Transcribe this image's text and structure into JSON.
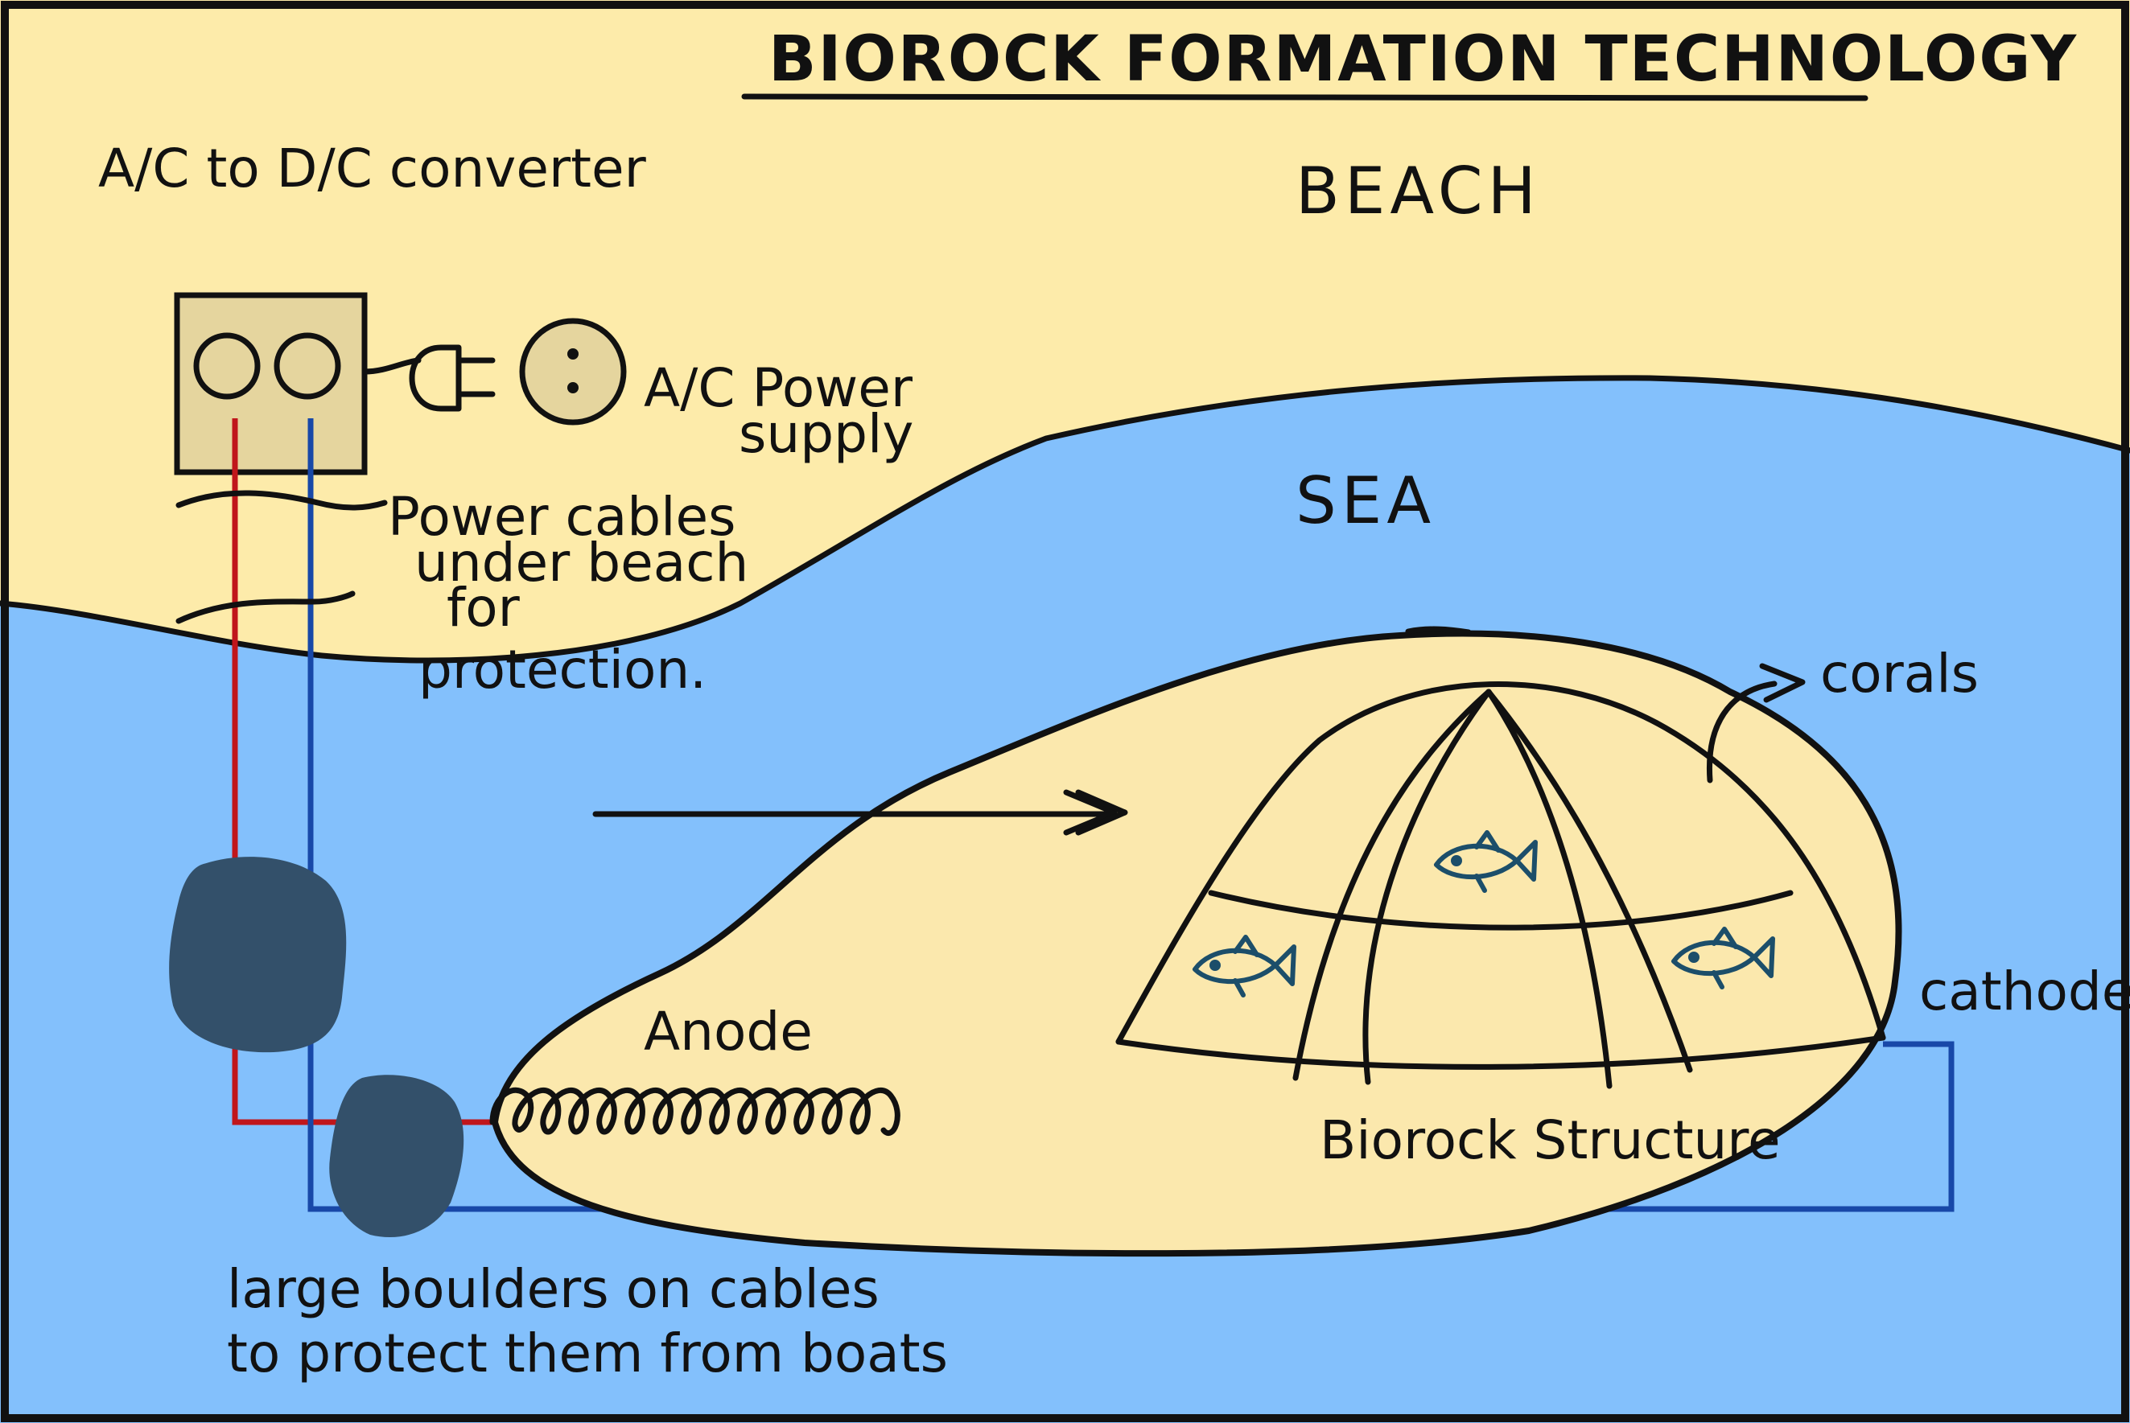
{
  "title": "BIOROCK FORMATION TECHNOLOGY",
  "zones": {
    "beach": "BEACH",
    "sea": "SEA"
  },
  "labels": {
    "converter": "A/C to D/C converter",
    "power_supply_line1": "A/C Power",
    "power_supply_line2": "supply",
    "cables_line1": "Power cables",
    "cables_line2": "under beach",
    "cables_line3": "for",
    "cables_line4": "protection.",
    "corals": "corals",
    "cathode": "cathode",
    "anode": "Anode",
    "structure": "Biorock Structure",
    "boulders_line1": "large boulders on cables",
    "boulders_line2": "to protect them from boats"
  },
  "colors": {
    "beach": "#FDEBAA",
    "sea": "#83C0FC",
    "structure": "#FBE8AD",
    "converter_box": "#E5D59E",
    "positive_cable": "#C0161B",
    "negative_cable": "#1848A8",
    "boulder": "#33506A",
    "fish": "#1C4E6A",
    "ink": "#111111"
  },
  "icons": {
    "converter": "converter-box-icon",
    "plug": "plug-icon",
    "socket": "socket-icon",
    "fish": "fish-icon",
    "boulder": "boulder-icon",
    "anode": "coil-icon"
  }
}
